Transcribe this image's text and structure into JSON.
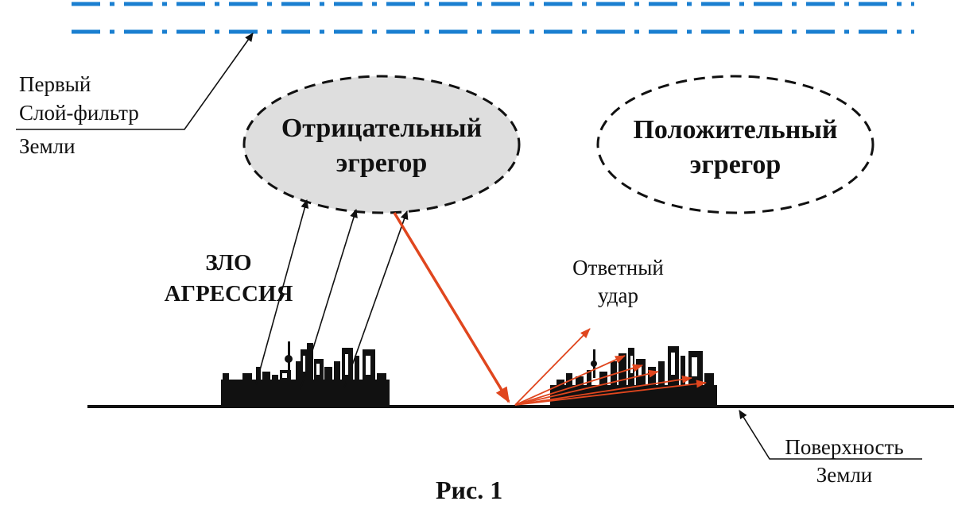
{
  "filter_layer": {
    "label_line1": "Первый",
    "label_line2": "Слой-фильтр",
    "label_line3": "Земли",
    "line_color": "#1a7fd0"
  },
  "negative_egregor": {
    "line1": "Отрицательный",
    "line2": "эгрегор",
    "fill_color": "#dedede"
  },
  "positive_egregor": {
    "line1": "Положительный",
    "line2": "эгрегор"
  },
  "evil": {
    "line1": "ЗЛО",
    "line2": "АГРЕССИЯ"
  },
  "response": {
    "line1": "Ответный",
    "line2": "удар",
    "arrow_color": "#e0461e"
  },
  "surface": {
    "line1": "Поверхность",
    "line2": "Земли"
  },
  "figure_caption": "Рис. 1"
}
